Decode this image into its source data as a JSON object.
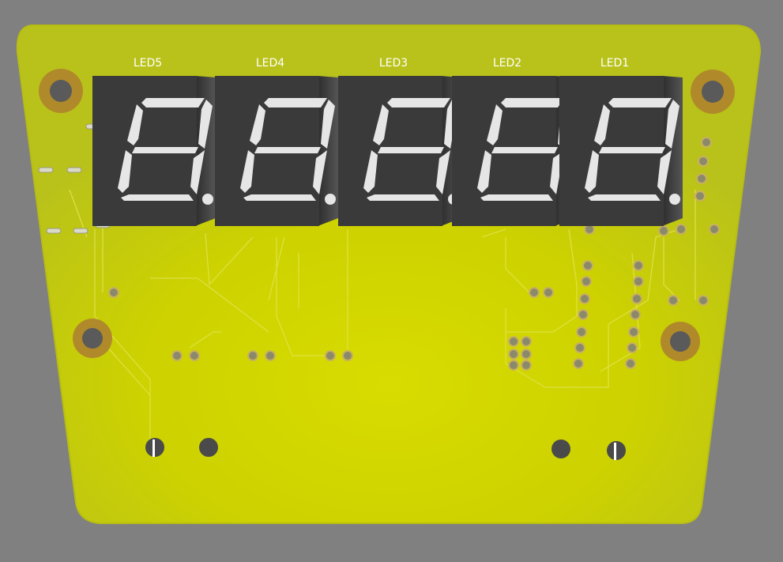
{
  "colors": {
    "background": "#808080",
    "board": "#cfd200",
    "board_edge": "#b7bd12",
    "display_body": "#3a3a3a",
    "segment": "#e6e6e6",
    "pad_ring": "#b08a2a",
    "trace": "#dfe24a"
  },
  "board": {
    "displays": [
      {
        "label": "LED5"
      },
      {
        "label": "LED4"
      },
      {
        "label": "LED3"
      },
      {
        "label": "LED2"
      },
      {
        "label": "LED1"
      }
    ]
  }
}
